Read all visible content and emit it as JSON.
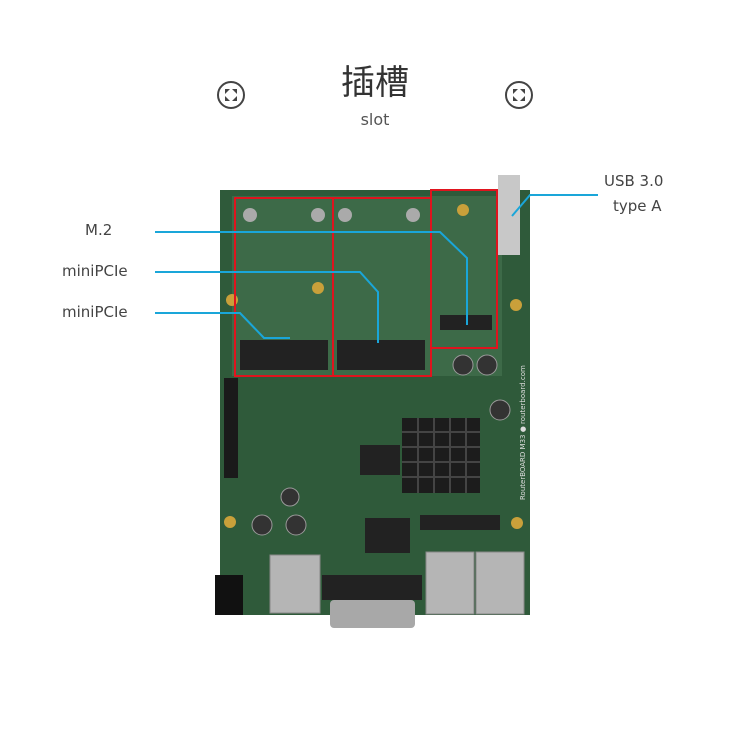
{
  "header": {
    "title": "插槽",
    "subtitle": "slot"
  },
  "labels": {
    "m2": "M.2",
    "minipcie_1": "miniPCIe",
    "minipcie_2": "miniPCIe",
    "usb_line1": "USB 3.0",
    "usb_line2": "type A"
  },
  "board": {
    "silkscreen": "RouterBOARD M33 ● routerboard.com"
  },
  "colors": {
    "callout": "#1aa6d9",
    "highlight": "#e0141e",
    "pcb": "#2f5a3a"
  }
}
